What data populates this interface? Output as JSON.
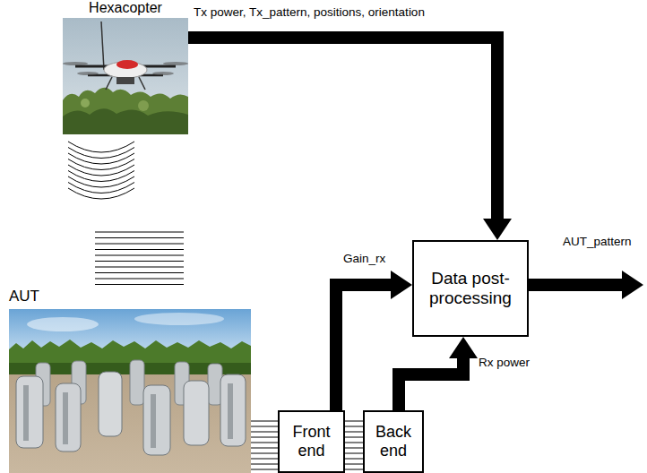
{
  "diagram": {
    "nodes": [
      {
        "text": [
          "Hexacopter"
        ]
      },
      {
        "text": [
          "Data post-processing"
        ]
      },
      {
        "text": [
          "AUT"
        ]
      },
      {
        "text": [
          "Front end"
        ]
      },
      {
        "text": [
          "Back end"
        ]
      }
    ],
    "edges": [
      {
        "from": 0,
        "to": 1,
        "arrow": "to",
        "label": "Tx power, Tx_pattern, positions, orientation"
      },
      {
        "from": 3,
        "to": 1,
        "arrow": "to",
        "label": "Gain_rx"
      },
      {
        "from": 4,
        "to": 1,
        "arrow": "to",
        "label": "Rx power"
      },
      {
        "from": 2,
        "to": 3,
        "arrow": "none"
      },
      {
        "from": 3,
        "to": 4,
        "arrow": "none"
      }
    ],
    "labels": [
      "AUT_pattern"
    ]
  }
}
